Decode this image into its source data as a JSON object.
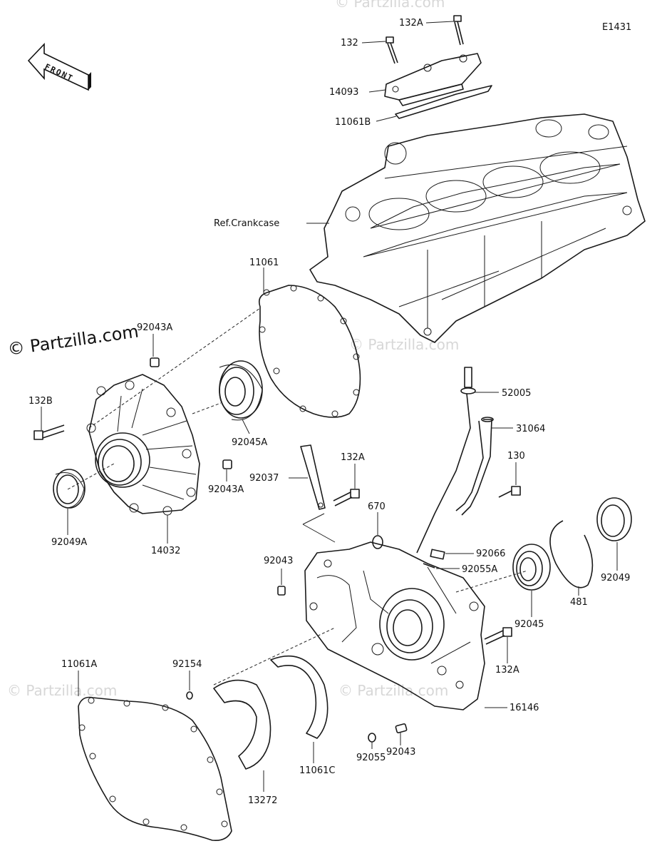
{
  "diagram": {
    "code": "E1431",
    "front_label": "FRONT",
    "watermark": "© Partzilla.com",
    "ref_label": "Ref.Crankcase",
    "parts": {
      "p132A_top": "132A",
      "p132_top": "132",
      "p14093": "14093",
      "p11061B": "11061B",
      "p11061": "11061",
      "p92043A_a": "92043A",
      "p132B": "132B",
      "p92045A": "92045A",
      "p92043A_b": "92043A",
      "p92049A": "92049A",
      "p14032": "14032",
      "p52005": "52005",
      "p31064": "31064",
      "p132A_mid": "132A",
      "p130": "130",
      "p92037": "92037",
      "p670": "670",
      "p92043_left": "92043",
      "p92066": "92066",
      "p92055A": "92055A",
      "p92045": "92045",
      "p481": "481",
      "p92049": "92049",
      "p132A_low": "132A",
      "p11061A": "11061A",
      "p92154": "92154",
      "p16146": "16146",
      "p92043_low": "92043",
      "p92055": "92055",
      "p11061C": "11061C",
      "p13272": "13272"
    }
  }
}
